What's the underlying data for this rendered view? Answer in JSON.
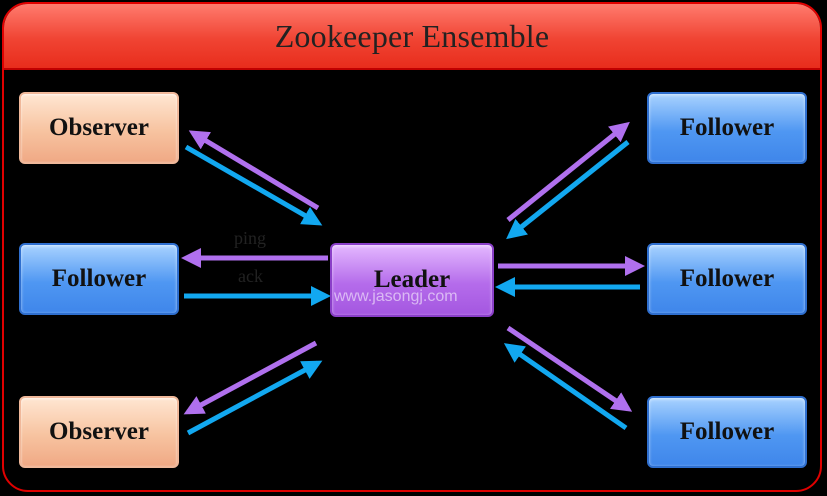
{
  "title": "Zookeeper Ensemble",
  "nodes": {
    "observer_top": "Observer",
    "follower_left": "Follower",
    "observer_bottom": "Observer",
    "leader": "Leader",
    "follower_right_top": "Follower",
    "follower_right_mid": "Follower",
    "follower_right_bottom": "Follower"
  },
  "edge_labels": {
    "ping": "ping",
    "ack": "ack"
  },
  "watermark": "www.jasongj.com",
  "colors": {
    "frame": "#e00000",
    "title_bar": "#f04433",
    "observer": "#f7c3a0",
    "follower": "#4f97f2",
    "leader": "#b56ceb",
    "arrow_ping": "#b070ee",
    "arrow_ack": "#12a8f0"
  }
}
